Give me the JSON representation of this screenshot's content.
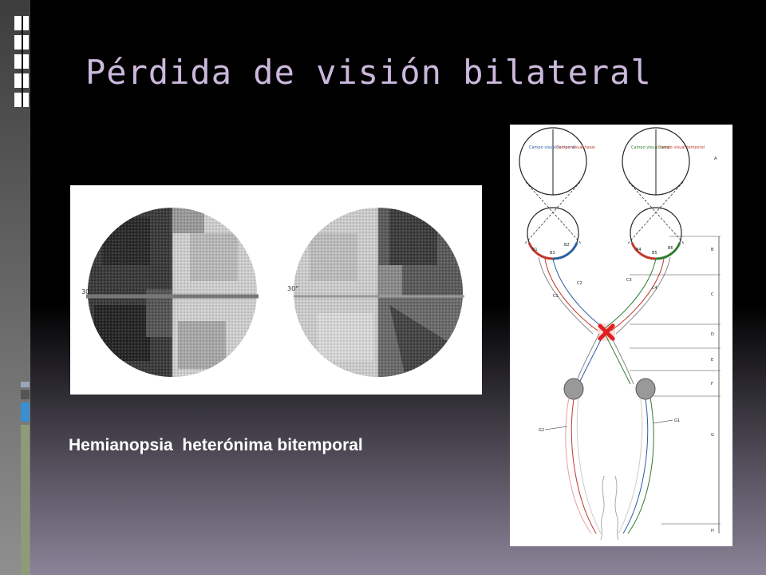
{
  "slide": {
    "title": "Pérdida de visión bilateral",
    "caption": "Hemianopsia  heterónima bitemporal"
  },
  "diagram": {
    "left_field_labels": [
      "Campo visual temporal",
      "Campo visual nasal"
    ],
    "right_field_labels": [
      "Campo visual nasal",
      "Campo visual temporal"
    ],
    "left_retina_labels": [
      "B1",
      "B2",
      "B3"
    ],
    "right_retina_labels": [
      "B4",
      "B5",
      "B6"
    ],
    "nerve_labels": [
      "C1",
      "C2",
      "C3",
      "C4",
      "G1",
      "G2"
    ],
    "section_letters": [
      "A",
      "B",
      "C",
      "D",
      "E",
      "F",
      "G",
      "H"
    ],
    "lesion_marker": "chiasm-lesion"
  },
  "colors": {
    "background_top": "#000000",
    "background_bottom": "#8a8498",
    "title": "#cbb8dc",
    "caption": "#ffffff",
    "lesion": "#e02020",
    "accent_blue": "#4a90c0",
    "accent_green": "#8aa060"
  }
}
